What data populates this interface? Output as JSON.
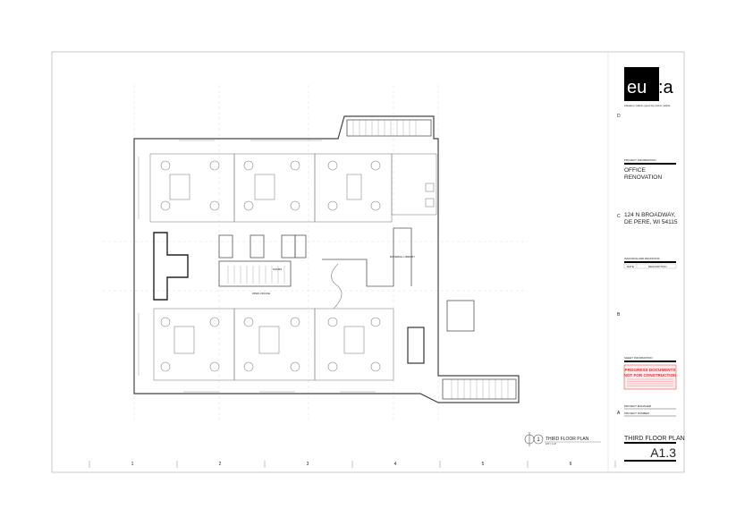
{
  "firm": {
    "logo_text": "eu:a",
    "offices": "milwaukee | madison | green bay | denver | atlanta"
  },
  "title_block": {
    "project_info_label": "PROJECT INFORMATION",
    "project_name_line1": "OFFICE",
    "project_name_line2": "RENOVATION",
    "address_line1": "124 N BROADWAY,",
    "address_line2": "DE PERE, WI 54115",
    "issuance_label": "ISSUANCE AND REVISIONS",
    "col_date": "DATE",
    "col_description": "DESCRIPTION",
    "sheet_info_label": "SHEET INFORMATION",
    "stamp_line1": "PROGRESS DOCUMENTS",
    "stamp_line2": "NOT FOR CONSTRUCTION",
    "project_manager_label": "PROJECT MANAGER",
    "project_number_label": "PROJECT NUMBER",
    "sheet_title": "THIRD FLOOR PLAN",
    "sheet_number": "A1.3",
    "stamp_color": "#e03030"
  },
  "drawing": {
    "view_number": "1",
    "view_title": "THIRD FLOOR PLAN",
    "scale": "1/8\" = 1'-0\"",
    "rooms": {
      "stairs": "STAIRS",
      "open_office": "OPEN OFFICE",
      "material_library": "MATERIAL LIBRARY"
    },
    "grid_columns": [
      "1",
      "2",
      "3",
      "4",
      "5",
      "6"
    ],
    "grid_rows": [
      "D",
      "C",
      "B",
      "A"
    ]
  }
}
